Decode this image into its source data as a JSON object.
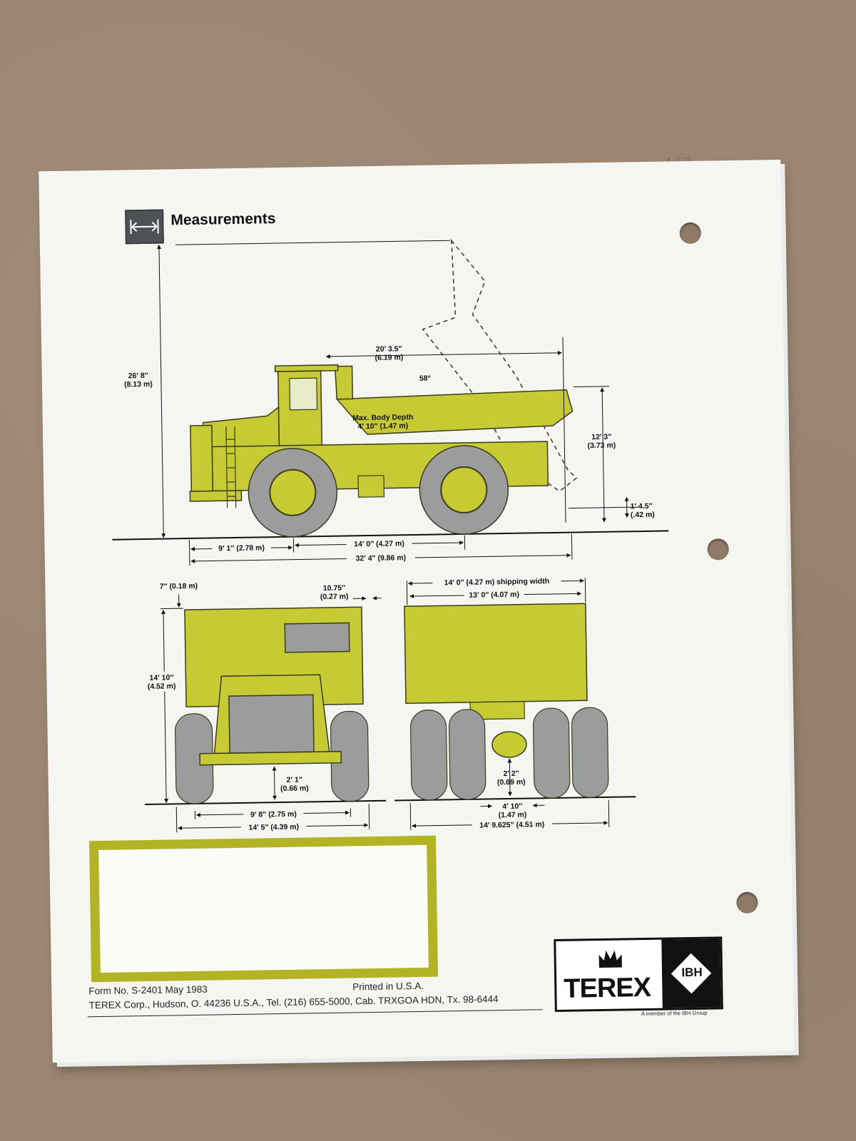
{
  "page": {
    "corner_note": "467",
    "title": "Measurements"
  },
  "side_view": {
    "overall_height": "26′ 8″",
    "overall_height_m": "(8.13 m)",
    "body_length": "20′ 3.5″",
    "body_length_m": "(6.19 m)",
    "dump_angle": "58°",
    "body_depth_label": "Max. Body Depth",
    "body_depth": "4′ 10″ (1.47 m)",
    "loading_height": "12′ 3″",
    "loading_height_m": "(3.73 m)",
    "dumped_clearance": "1′ 4.5″",
    "dumped_clearance_m": "(.42 m)",
    "front_overhang": "9′ 1″ (2.78 m)",
    "wheelbase": "14′ 0″ (4.27 m)",
    "overall_length": "32′ 4″ (9.86 m)"
  },
  "front_view": {
    "canopy_offset": "7″ (0.18 m)",
    "mirror_offset": "10.75″",
    "mirror_offset_m": "(0.27 m)",
    "overall_height": "14′ 10″",
    "overall_height_m": "(4.52 m)",
    "ground_clearance": "2′ 1″",
    "ground_clearance_m": "(0.66 m)",
    "front_tread": "9′ 8″ (2.75 m)",
    "overall_width": "14′ 5″ (4.39 m)"
  },
  "rear_view": {
    "shipping_width": "14′ 0″ (4.27 m) shipping width",
    "body_width": "13′ 0″ (4.07 m)",
    "axle_clearance": "2′ 2″",
    "axle_clearance_m": "(0.69 m)",
    "dual_gap": "4′ 10″",
    "dual_gap_m": "(1.47 m)",
    "overall_width": "14′ 9.625″ (4.51 m)"
  },
  "footer": {
    "form_no": "Form No. S-2401 May 1983",
    "printed_in": "Printed in U.S.A.",
    "address": "TEREX Corp., Hudson, O. 44236 U.S.A., Tel. (216) 655-5000, Cab. TRXGOA HDN, Tx. 98-6444"
  },
  "logo": {
    "terex": "TEREX",
    "ibh": "IBH",
    "member_note": "A member of the IBH Group"
  },
  "colors": {
    "truck_yellow": "#c6cb34",
    "truck_outline": "#3a3a1c",
    "tire_gray": "#9a9d9c",
    "notes_border": "#b2b425",
    "background": "#9c8672",
    "paper": "#f5f6f1"
  }
}
